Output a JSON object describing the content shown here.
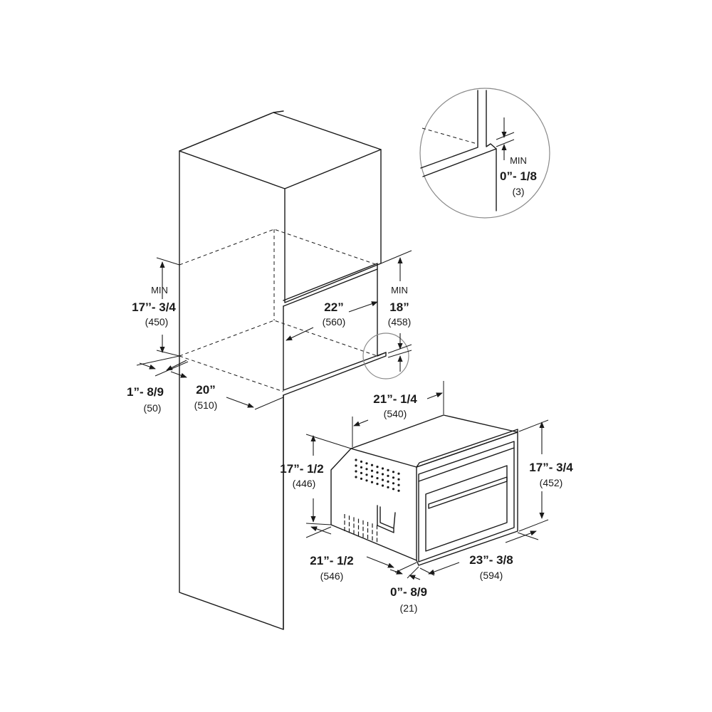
{
  "colors": {
    "line": "#1a1a1a",
    "circle": "#8a8a8a",
    "background": "#ffffff"
  },
  "dimensions": {
    "detail_gap": {
      "min": "MIN",
      "imperial": "0”- 1/8",
      "metric": "(3)"
    },
    "cutout_height": {
      "min": "MIN",
      "imperial": "17’’- 3/4",
      "metric": "(450)"
    },
    "cutout_width": {
      "imperial": "22”",
      "metric": "(560)"
    },
    "cabinet_opening": {
      "min": "MIN",
      "imperial": "18”",
      "metric": "(458)"
    },
    "front_offset": {
      "imperial": "1”- 8/9",
      "metric": "(50)"
    },
    "cutout_depth": {
      "imperial": "20”",
      "metric": "(510)"
    },
    "unit_width": {
      "imperial": "21”- 1/4",
      "metric": "(540)"
    },
    "unit_height": {
      "imperial": "17”- 1/2",
      "metric": "(446)"
    },
    "front_height": {
      "imperial": "17”- 3/4",
      "metric": "(452)"
    },
    "unit_depth": {
      "imperial": "21”- 1/2",
      "metric": "(546)"
    },
    "front_width": {
      "imperial": "23”- 3/8",
      "metric": "(594)"
    },
    "front_thickness": {
      "imperial": "0”- 8/9",
      "metric": "(21)"
    }
  }
}
